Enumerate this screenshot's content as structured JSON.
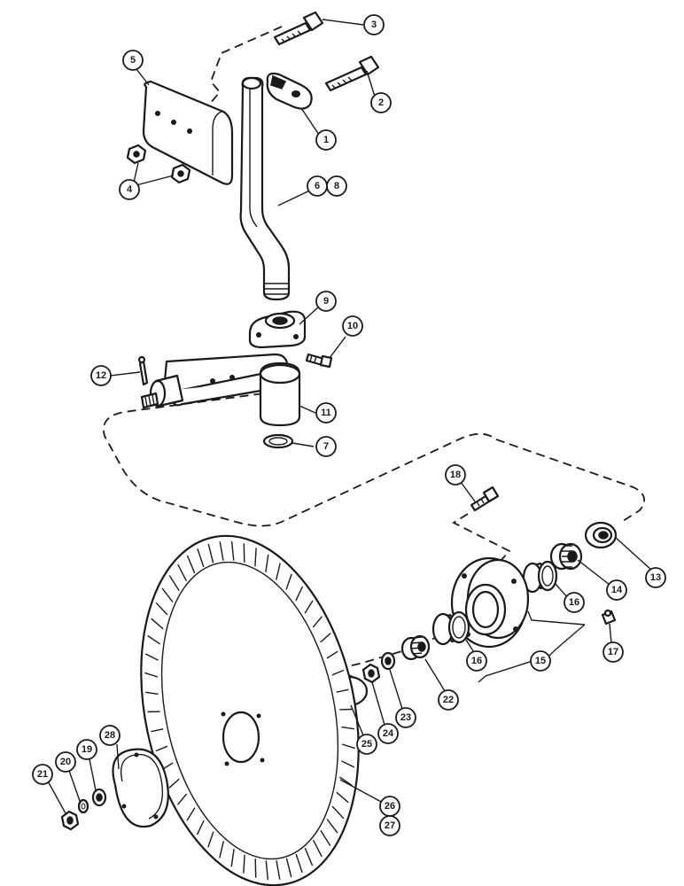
{
  "callouts": [
    {
      "id": "c1",
      "label": "1"
    },
    {
      "id": "c2",
      "label": "2"
    },
    {
      "id": "c3",
      "label": "3"
    },
    {
      "id": "c4",
      "label": "4"
    },
    {
      "id": "c5",
      "label": "5"
    },
    {
      "id": "c6",
      "label": "6"
    },
    {
      "id": "c8",
      "label": "8"
    },
    {
      "id": "c9",
      "label": "9"
    },
    {
      "id": "c10",
      "label": "10"
    },
    {
      "id": "c11",
      "label": "11"
    },
    {
      "id": "c12",
      "label": "12"
    },
    {
      "id": "c7",
      "label": "7"
    },
    {
      "id": "c18",
      "label": "18"
    },
    {
      "id": "c13",
      "label": "13"
    },
    {
      "id": "c14",
      "label": "14"
    },
    {
      "id": "c16a",
      "label": "16"
    },
    {
      "id": "c16b",
      "label": "16"
    },
    {
      "id": "c15",
      "label": "15"
    },
    {
      "id": "c17",
      "label": "17"
    },
    {
      "id": "c22",
      "label": "22"
    },
    {
      "id": "c23",
      "label": "23"
    },
    {
      "id": "c24",
      "label": "24"
    },
    {
      "id": "c25",
      "label": "25"
    },
    {
      "id": "c26",
      "label": "26"
    },
    {
      "id": "c27",
      "label": "27"
    },
    {
      "id": "c28",
      "label": "28"
    },
    {
      "id": "c19",
      "label": "19"
    },
    {
      "id": "c20",
      "label": "20"
    },
    {
      "id": "c21",
      "label": "21"
    }
  ]
}
